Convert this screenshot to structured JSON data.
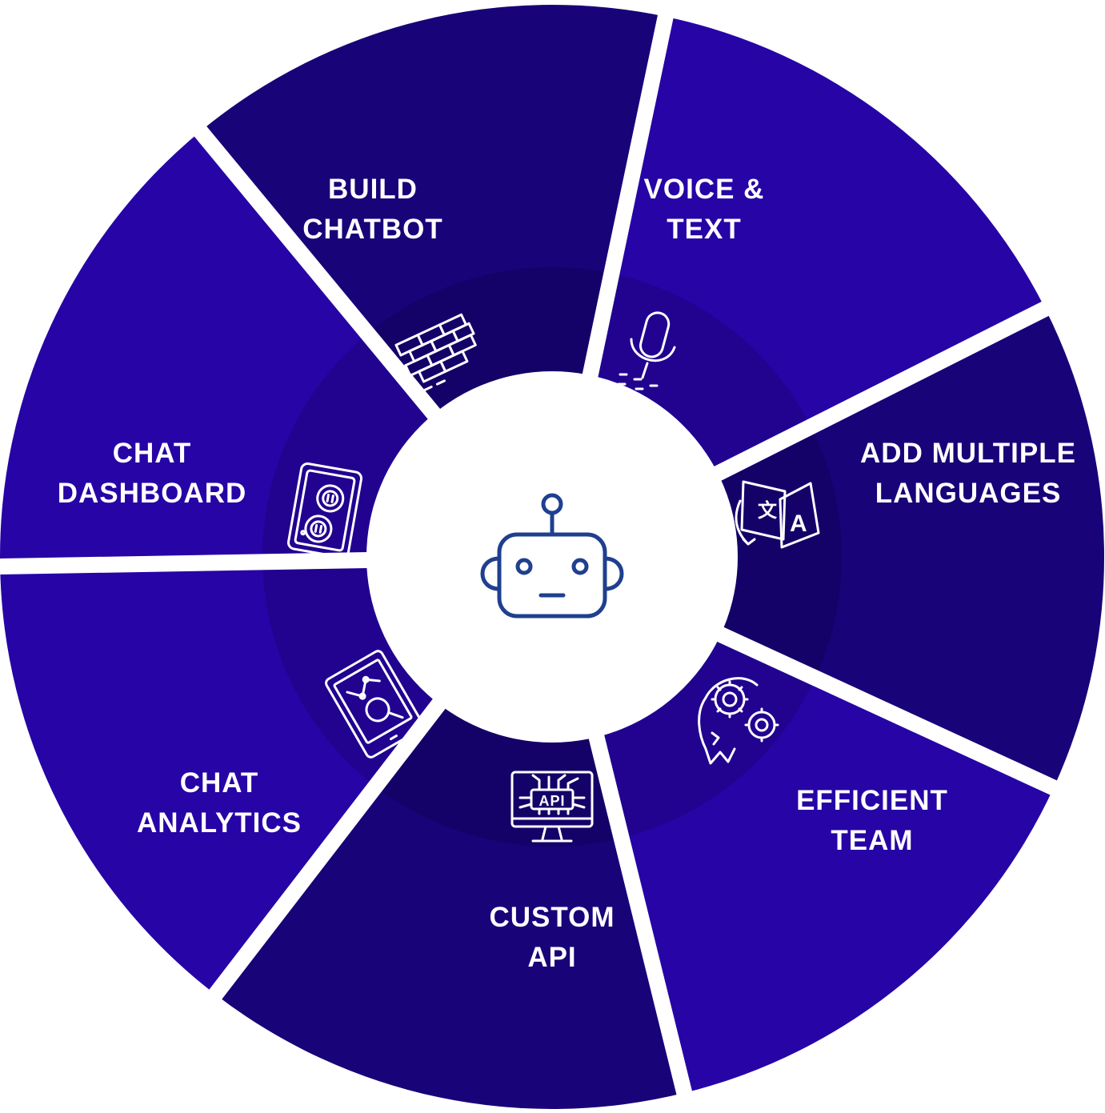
{
  "diagram": {
    "center_icon": "robot-icon",
    "colors": {
      "violet": "#2604a6",
      "indigo": "#180378",
      "inner_ring": "#000000",
      "center": "#ffffff",
      "robot": "#1f3f8f",
      "gap": "#ffffff"
    },
    "segments": [
      {
        "id": "build-chatbot",
        "line1": "BUILD",
        "line2": "CHATBOT",
        "icon": "brick-wall-icon",
        "color": "#2604a6"
      },
      {
        "id": "voice-text",
        "line1": "VOICE &",
        "line2": "TEXT",
        "icon": "microphone-icon",
        "color": "#180378"
      },
      {
        "id": "add-multiple-languages",
        "line1": "ADD MULTIPLE",
        "line2": "LANGUAGES",
        "icon": "translate-icon",
        "color": "#2604a6"
      },
      {
        "id": "efficient-team",
        "line1": "EFFICIENT",
        "line2": "TEAM",
        "icon": "gears-head-icon",
        "color": "#180378"
      },
      {
        "id": "custom-api",
        "line1": "CUSTOM",
        "line2": "API",
        "icon": "api-monitor-icon",
        "color": "#2604a6"
      },
      {
        "id": "chat-analytics",
        "line1": "CHAT",
        "line2": "ANALYTICS",
        "icon": "analytics-tablet-icon",
        "color": "#180378"
      },
      {
        "id": "chat-dashboard",
        "line1": "CHAT",
        "line2": "DASHBOARD",
        "icon": "dashboard-device-icon",
        "color": "#2604a6"
      }
    ],
    "api_icon_text": "API",
    "translate_glyph_a": "A",
    "translate_glyph_b": "文"
  }
}
